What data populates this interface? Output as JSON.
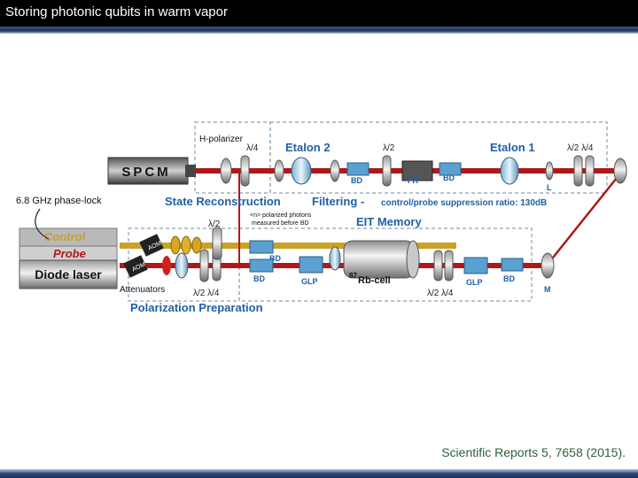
{
  "title": "Storing photonic qubits in warm vapor",
  "citation": "Scientific Reports 5, 7658 (2015).",
  "diagram": {
    "components": {
      "spcm": "SPCM",
      "diode_laser": "Diode laser",
      "control": "Control",
      "probe": "Probe",
      "phase_lock": "6.8 GHz phase-lock",
      "attenuators": "Attenuators",
      "h_polarizer": "H-polarizer",
      "etalon2": "Etalon 2",
      "etalon1": "Etalon 1",
      "rb_cell": "Rb-cell",
      "rb_isotope": "87",
      "fr": "FR",
      "l": "L",
      "m": "M",
      "bd": "BD",
      "glp": "GLP",
      "lambda4": "λ/4",
      "lambda2": "λ/2",
      "lambda2_lambda4": "λ/2 λ/4",
      "aom": "AOM"
    },
    "sections": {
      "state_reconstruction": "State Reconstruction",
      "filtering": "Filtering -",
      "filtering_note": "control/probe suppression ratio: 130dB",
      "eit_memory": "EIT Memory",
      "polarization_preparation": "Polarization Preparation",
      "note_line1": "<n> polarized photons",
      "note_line2": "measured before BD"
    },
    "colors": {
      "control_beam": "#c9a227",
      "probe_beam": "#b01818",
      "section_label": "#1f5fa8",
      "dashed_box": "#8aa0b8"
    }
  }
}
